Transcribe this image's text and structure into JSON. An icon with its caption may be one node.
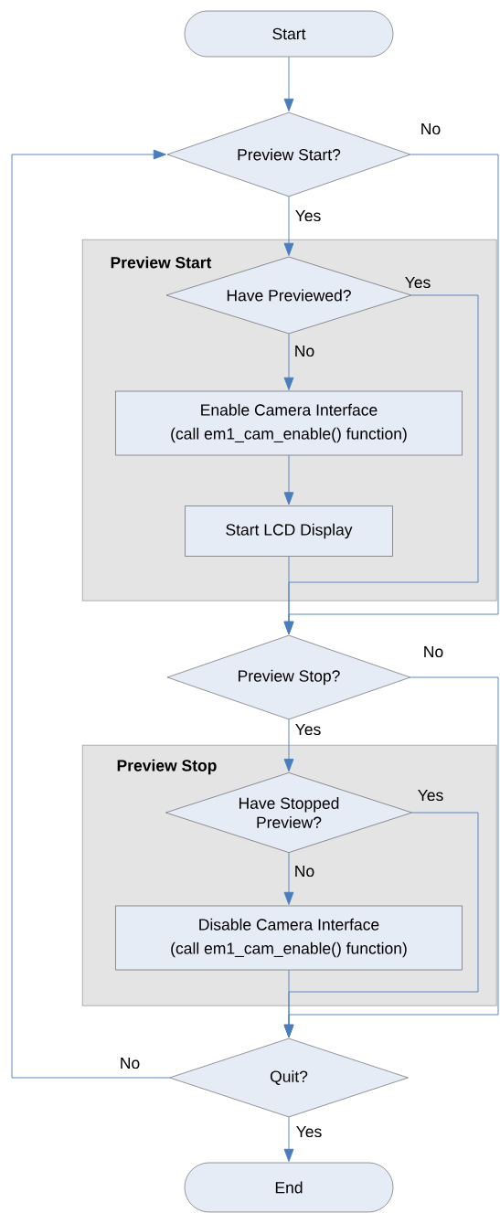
{
  "diagram": {
    "nodes": [
      {
        "text": [
          "Start"
        ]
      },
      {
        "text": [
          "Preview Start?"
        ]
      },
      {
        "text": [
          "Preview Start"
        ]
      },
      {
        "text": [
          "Have Previewed?"
        ],
        "in": 2
      },
      {
        "text": [
          "Enable Camera Interface",
          "(call em1_cam_enable() function)"
        ],
        "in": 2
      },
      {
        "text": [
          "Start LCD Display"
        ],
        "in": 2
      },
      {
        "text": [
          "Preview Stop?"
        ]
      },
      {
        "text": [
          "Preview Stop"
        ]
      },
      {
        "text": [
          "Have Stopped Preview?"
        ],
        "in": 7
      },
      {
        "text": [
          "Disable Camera Interface",
          "(call em1_cam_enable() function)"
        ],
        "in": 7
      },
      {
        "text": [
          "Quit?"
        ]
      },
      {
        "text": [
          "End"
        ]
      }
    ],
    "edges": [
      {
        "from": 0,
        "to": 1,
        "arrow": "to"
      },
      {
        "from": 1,
        "to": 3,
        "arrow": "to",
        "label": "Yes"
      },
      {
        "from": 1,
        "to": 6,
        "arrow": "to",
        "label": "No"
      },
      {
        "from": 3,
        "to": 4,
        "arrow": "to",
        "label": "No"
      },
      {
        "from": 3,
        "to": 6,
        "arrow": "to",
        "label": "Yes"
      },
      {
        "from": 4,
        "to": 5,
        "arrow": "to"
      },
      {
        "from": 5,
        "to": 6,
        "arrow": "to"
      },
      {
        "from": 6,
        "to": 8,
        "arrow": "to",
        "label": "Yes"
      },
      {
        "from": 6,
        "to": 10,
        "arrow": "to",
        "label": "No"
      },
      {
        "from": 8,
        "to": 9,
        "arrow": "to",
        "label": "No"
      },
      {
        "from": 8,
        "to": 10,
        "arrow": "to",
        "label": "Yes"
      },
      {
        "from": 9,
        "to": 10,
        "arrow": "to"
      },
      {
        "from": 10,
        "to": 1,
        "arrow": "to",
        "label": "No"
      },
      {
        "from": 10,
        "to": 11,
        "arrow": "to",
        "label": "Yes"
      }
    ]
  }
}
